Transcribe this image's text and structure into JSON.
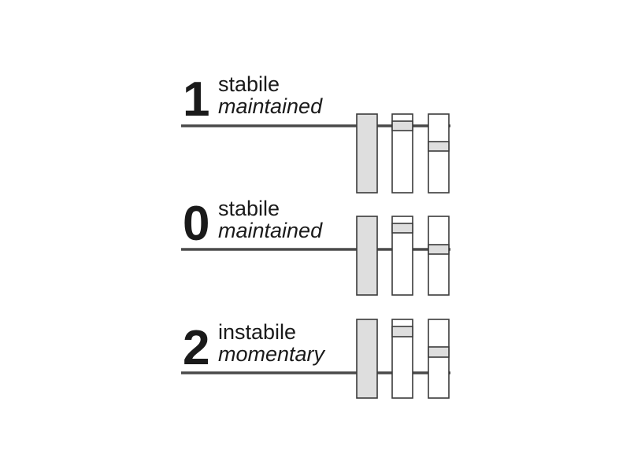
{
  "colors": {
    "line": "#4a4a4a",
    "outline": "#3a3a3a",
    "fill": "#dedede",
    "text": "#1a1a1a"
  },
  "positions": [
    {
      "number": "1",
      "state": "stabile",
      "mode": "maintained",
      "contacts": [
        {
          "type": "full"
        },
        {
          "type": "double-line"
        },
        {
          "type": "band",
          "level": 0.4
        }
      ]
    },
    {
      "number": "0",
      "state": "stabile",
      "mode": "maintained",
      "contacts": [
        {
          "type": "full"
        },
        {
          "type": "band",
          "level": 0.15
        },
        {
          "type": "double-line",
          "level": 0.42
        }
      ]
    },
    {
      "number": "2",
      "state": "instabile",
      "mode": "momentary",
      "contacts": [
        {
          "type": "full"
        },
        {
          "type": "band",
          "level": 0.14
        },
        {
          "type": "band",
          "level": 0.4
        }
      ]
    }
  ]
}
